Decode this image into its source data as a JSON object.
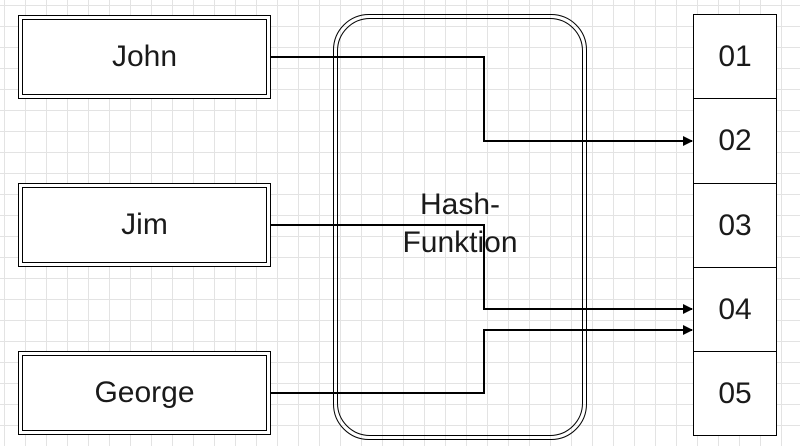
{
  "inputs": [
    "John",
    "Jim",
    "George"
  ],
  "hash_function": {
    "line1": "Hash-",
    "line2": "Funktion"
  },
  "buckets": [
    "01",
    "02",
    "03",
    "04",
    "05"
  ],
  "mappings": [
    {
      "from": "John",
      "to": "02"
    },
    {
      "from": "Jim",
      "to": "04"
    },
    {
      "from": "George",
      "to": "04"
    }
  ]
}
